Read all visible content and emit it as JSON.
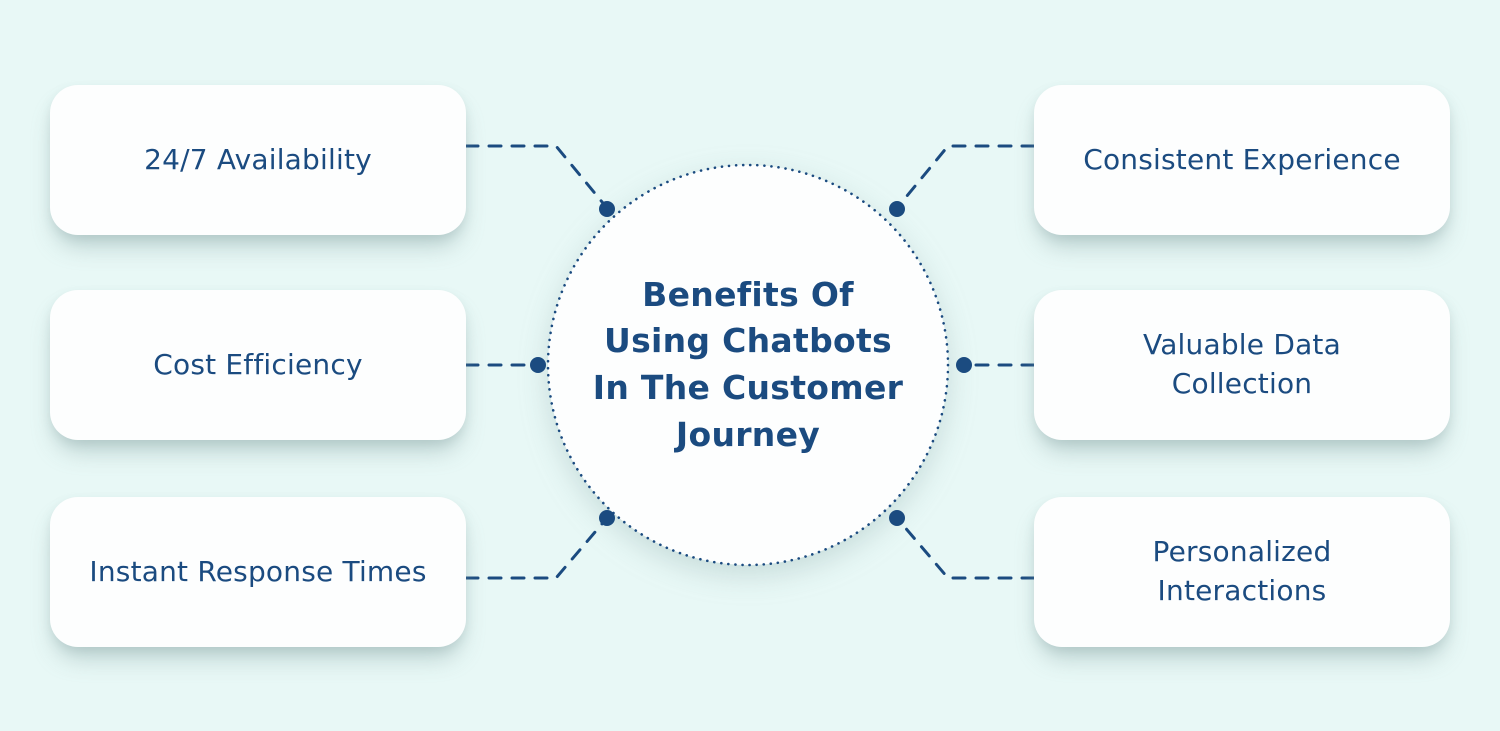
{
  "colors": {
    "background": "#e8f8f6",
    "node_fill": "#fdfefe",
    "navy": "#1b4b80",
    "connector": "#1b4b80"
  },
  "center": {
    "title": "Benefits Of\nUsing Chatbots\nIn The Customer\nJourney"
  },
  "left_items": [
    {
      "label": "24/7 Availability"
    },
    {
      "label": "Cost Efficiency"
    },
    {
      "label": "Instant Response Times"
    }
  ],
  "right_items": [
    {
      "label": "Consistent Experience"
    },
    {
      "label": "Valuable Data\nCollection"
    },
    {
      "label": "Personalized\nInteractions"
    }
  ]
}
